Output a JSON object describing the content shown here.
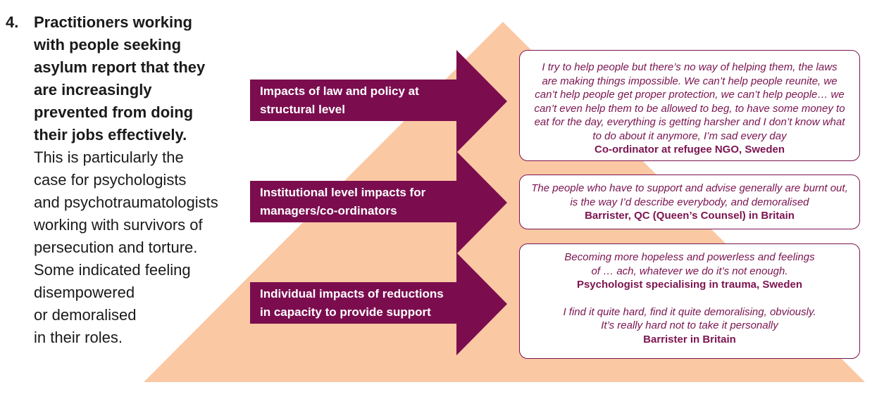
{
  "intro": {
    "number": "4.",
    "bold_text": "Practitioners working with people seeking asylum report that they are increasingly prevented from doing their jobs effectively.",
    "plain_text": "This is particularly the\ncase for psychologists\nand psychotraumatologists\nworking with survivors of\npersecution and torture.\nSome indicated feeling\ndisempowered\nor demoralised\nin their roles."
  },
  "colors": {
    "pyramid": "#fbc8a4",
    "arrow": "#7b0d4f",
    "box_border": "#7b1450",
    "quote_text": "#7b1450"
  },
  "levels": [
    {
      "label": "Impacts of law and policy at structural level",
      "quotes": [
        {
          "text": "I try to help people but there’s no way of helping them, the laws are making things impossible. We can’t help people reunite, we can’t help people get proper protection, we can’t help people… we can’t even help them to be allowed to beg, to have some money to eat for the day, everything is getting harsher and I don’t know what to do about it anymore, I’m sad every day",
          "attribution": "Co-ordinator at refugee NGO, Sweden"
        }
      ]
    },
    {
      "label": "Institutional level impacts for managers/co-ordinators",
      "quotes": [
        {
          "text": "The people who have to support and advise generally are burnt out, is the way I’d describe everybody, and demoralised",
          "attribution": "Barrister, QC (Queen’s Counsel) in Britain"
        }
      ]
    },
    {
      "label": "Individual impacts of reductions in capacity to provide support",
      "quotes": [
        {
          "text": "Becoming more hopeless and powerless and feelings of … ach, whatever we do it’s not enough.",
          "attribution": "Psychologist specialising in trauma, Sweden"
        },
        {
          "text": "I find it quite hard, find it quite demoralising, obviously. It’s really hard not to take it personally",
          "attribution": "Barrister in Britain"
        }
      ]
    }
  ]
}
